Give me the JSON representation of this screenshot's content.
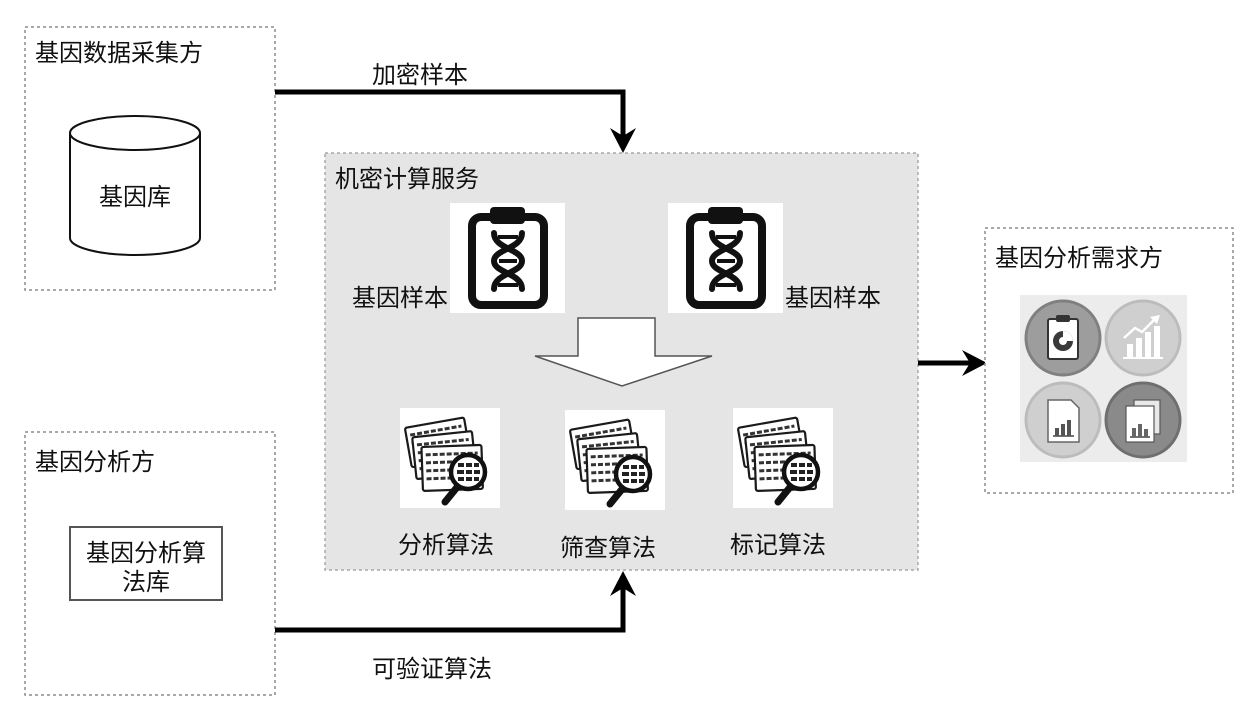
{
  "collector": {
    "title": "基因数据采集方",
    "db_label": "基因库"
  },
  "analyst": {
    "title": "基因分析方",
    "library_lines": [
      "基因分析算",
      "法库"
    ]
  },
  "service": {
    "title": "机密计算服务",
    "sample_left": "基因样本",
    "sample_right": "基因样本",
    "algorithms": [
      "分析算法",
      "筛查算法",
      "标记算法"
    ]
  },
  "requester": {
    "title": "基因分析需求方"
  },
  "edges": {
    "encrypted_samples": "加密样本",
    "verifiable_algorithms": "可验证算法"
  },
  "icons": {
    "gene_database": "database-cylinder-icon",
    "gene_sample": "clipboard-dna-icon",
    "algorithm": "document-magnifier-icon",
    "process_arrow": "down-arrow-outline-icon",
    "report_1": "clipboard-pie-chart-icon",
    "report_2": "rising-bar-chart-icon",
    "report_3": "document-bar-chart-icon",
    "report_4": "documents-bar-chart-icon"
  },
  "colors": {
    "panel": "#e5e5e5",
    "arrow": "#000000",
    "border": "#8c8c8c"
  }
}
